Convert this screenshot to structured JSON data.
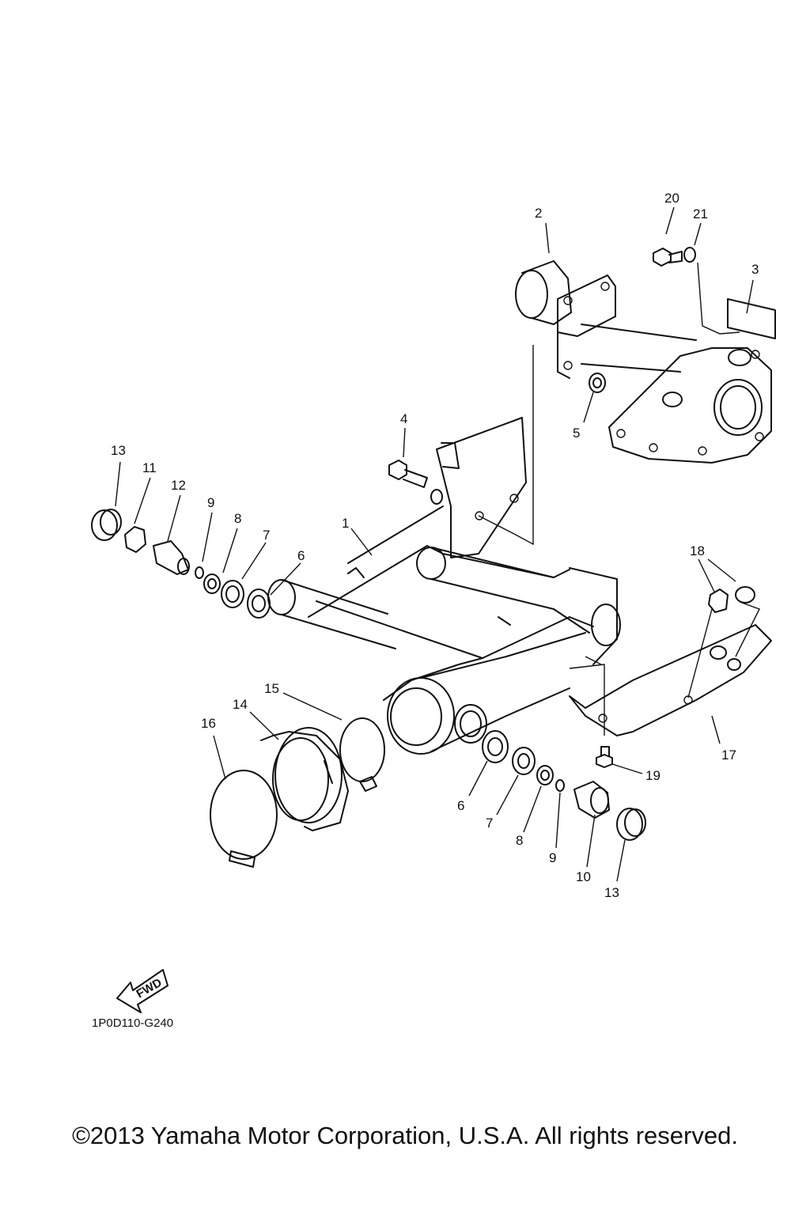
{
  "diagram_code": "1P0D110-G240",
  "fwd_label": "FWD",
  "copyright": "©2013 Yamaha Motor Corporation, U.S.A. All rights reserved.",
  "callouts": {
    "c1": "1",
    "c2": "2",
    "c3": "3",
    "c4": "4",
    "c5": "5",
    "c6a": "6",
    "c6b": "6",
    "c7a": "7",
    "c7b": "7",
    "c8a": "8",
    "c8b": "8",
    "c9a": "9",
    "c9b": "9",
    "c10": "10",
    "c11": "11",
    "c12": "12",
    "c13a": "13",
    "c13b": "13",
    "c14": "14",
    "c15": "15",
    "c16": "16",
    "c17": "17",
    "c18": "18",
    "c19": "19",
    "c20": "20",
    "c21": "21"
  }
}
